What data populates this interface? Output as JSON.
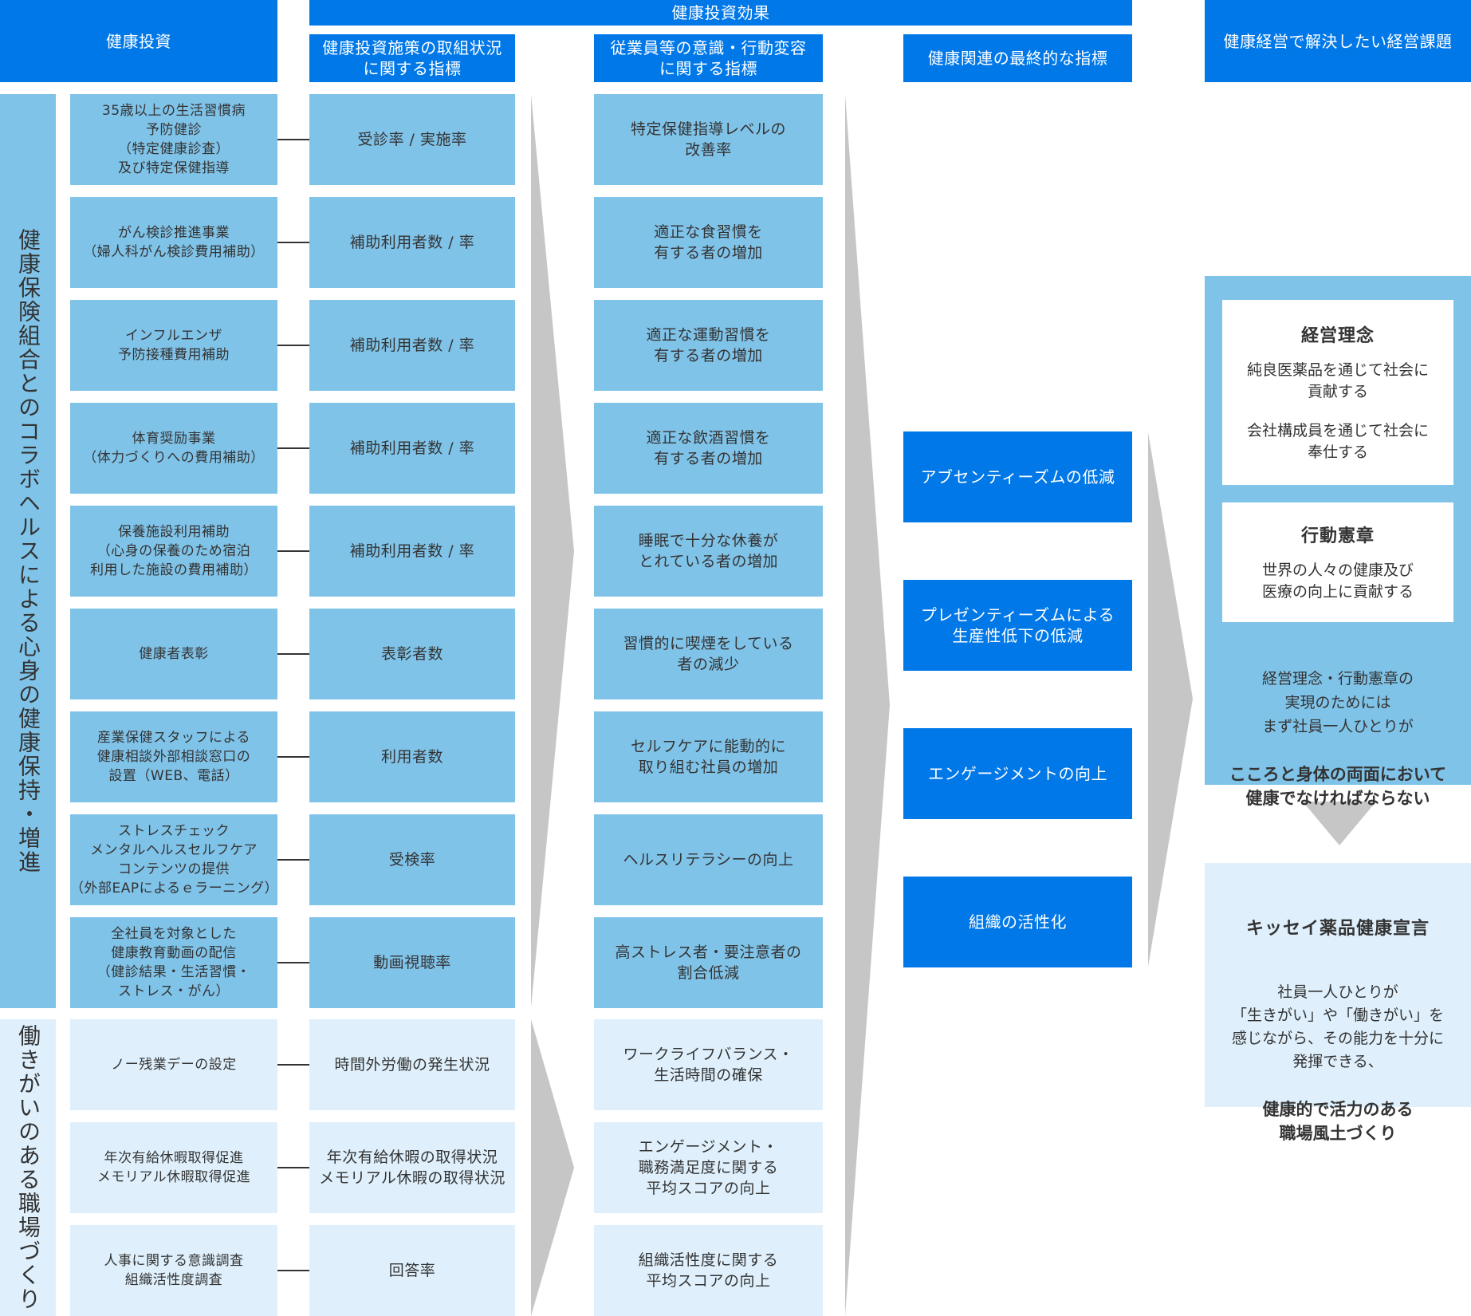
{
  "headers": {
    "investment": "健康投資",
    "effect_band": "健康投資効果",
    "measures_indicator": "健康投資施策の取組状況\nに関する指標",
    "behavior_indicator": "従業員等の意識・行動変容\nに関する指標",
    "final_indicator": "健康関連の最終的な指標",
    "management_issue": "健康経営で解決したい経営課題"
  },
  "groups": {
    "collab": "健康保険組合とのコラボヘルスによる心身の健康保持・増進",
    "workplace": "働きがいのある職場づくり"
  },
  "rows": [
    {
      "measure": "35歳以上の生活習慣病\n予防健診\n（特定健康診査）\n及び特定保健指導",
      "indicator": "受診率 / 実施率",
      "behavior": "特定保健指導レベルの\n改善率"
    },
    {
      "measure": "がん検診推進事業\n（婦人科がん検診費用補助）",
      "indicator": "補助利用者数 / 率",
      "behavior": "適正な食習慣を\n有する者の増加"
    },
    {
      "measure": "インフルエンザ\n予防接種費用補助",
      "indicator": "補助利用者数 / 率",
      "behavior": "適正な運動習慣を\n有する者の増加"
    },
    {
      "measure": "体育奨励事業\n（体力づくりへの費用補助）",
      "indicator": "補助利用者数 / 率",
      "behavior": "適正な飲酒習慣を\n有する者の増加"
    },
    {
      "measure": "保養施設利用補助\n（心身の保養のため宿泊\n利用した施設の費用補助）",
      "indicator": "補助利用者数 / 率",
      "behavior": "睡眠で十分な休養が\nとれている者の増加"
    },
    {
      "measure": "健康者表彰",
      "indicator": "表彰者数",
      "behavior": "習慣的に喫煙をしている\n者の減少"
    },
    {
      "measure": "産業保健スタッフによる\n健康相談外部相談窓口の\n設置（WEB、電話）",
      "indicator": "利用者数",
      "behavior": "セルフケアに能動的に\n取り組む社員の増加"
    },
    {
      "measure": "ストレスチェック\nメンタルヘルスセルフケア\nコンテンツの提供\n（外部EAPによるｅラーニング）",
      "indicator": "受検率",
      "behavior": "ヘルスリテラシーの向上"
    },
    {
      "measure": "全社員を対象とした\n健康教育動画の配信\n（健診結果・生活習慣・\nストレス・がん）",
      "indicator": "動画視聴率",
      "behavior": "高ストレス者・要注意者の\n割合低減"
    },
    {
      "measure": "ノー残業デーの設定",
      "indicator": "時間外労働の発生状況",
      "behavior": "ワークライフバランス・\n生活時間の確保"
    },
    {
      "measure": "年次有給休暇取得促進\nメモリアル休暇取得促進",
      "indicator": "年次有給休暇の取得状況\nメモリアル休暇の取得状況",
      "behavior": "エンゲージメント・\n職務満足度に関する\n平均スコアの向上"
    },
    {
      "measure": "人事に関する意識調査\n組織活性度調査",
      "indicator": "回答率",
      "behavior": "組織活性度に関する\n平均スコアの向上"
    }
  ],
  "final_indicators": [
    "アブセンティーズムの低減",
    "プレゼンティーズムによる\n生産性低下の低減",
    "エンゲージメントの向上",
    "組織の活性化"
  ],
  "management": {
    "philosophy_title": "経営理念",
    "philosophy_1": "純良医薬品を通じて社会に\n貢献する",
    "philosophy_2": "会社構成員を通じて社会に\n奉仕する",
    "charter_title": "行動憲章",
    "charter_text": "世界の人々の健康及び\n医療の向上に貢献する",
    "summary": "経営理念・行動憲章の\n実現のためには\nまず社員一人ひとりが",
    "summary_bold": "こころと身体の両面において\n健康でなければならない",
    "declaration_title": "キッセイ薬品健康宣言",
    "declaration_text": "社員一人ひとりが\n「生きがい」や「働きがい」を\n感じながら、その能力を十分に\n発揮できる、",
    "declaration_bold": "健康的で活力のある\n職場風土づくり"
  },
  "colors": {
    "header_blue": "#0078E8",
    "mid_blue": "#80C3E8",
    "light_blue": "#DFF0FC",
    "arrow_gray": "#C6C6C6"
  }
}
